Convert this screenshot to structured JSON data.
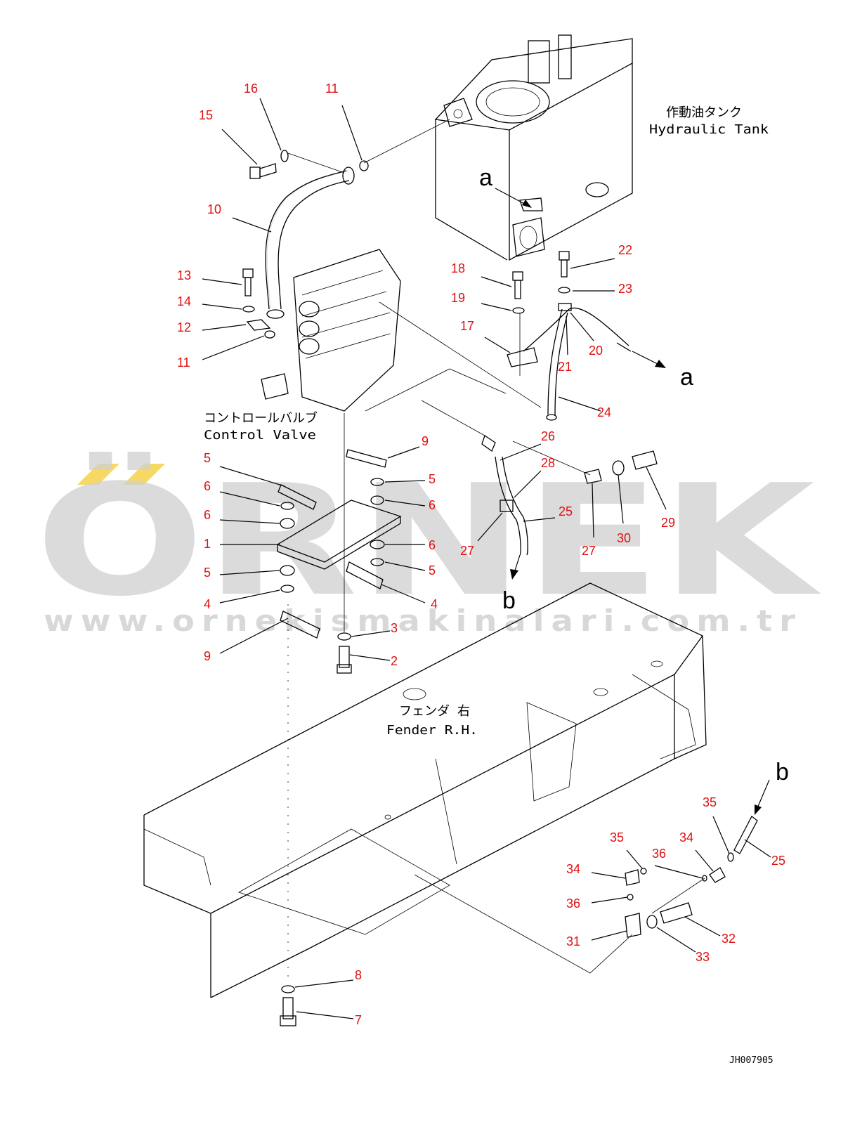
{
  "watermark": {
    "brand": "ÖRNEK",
    "url": "www.ornekismakinalari.com.tr",
    "accent_color": "#f4d03f",
    "text_color": "#cccccc"
  },
  "captions": {
    "tank_jp": "作動油タンク",
    "tank_en": "Hydraulic Tank",
    "valve_jp": "コントロールバルブ",
    "valve_en": "Control Valve",
    "fender_jp": "フェンダ 右",
    "fender_en": "Fender R.H."
  },
  "refs": {
    "a_tank": "a",
    "a_arrow": "a",
    "b_arrow": "b",
    "b_right": "b"
  },
  "callouts": [
    {
      "id": "c16",
      "text": "16"
    },
    {
      "id": "c11a",
      "text": "11"
    },
    {
      "id": "c15",
      "text": "15"
    },
    {
      "id": "c10",
      "text": "10"
    },
    {
      "id": "c13",
      "text": "13"
    },
    {
      "id": "c14",
      "text": "14"
    },
    {
      "id": "c12",
      "text": "12"
    },
    {
      "id": "c11b",
      "text": "11"
    },
    {
      "id": "c22",
      "text": "22"
    },
    {
      "id": "c18",
      "text": "18"
    },
    {
      "id": "c23",
      "text": "23"
    },
    {
      "id": "c19",
      "text": "19"
    },
    {
      "id": "c17",
      "text": "17"
    },
    {
      "id": "c20",
      "text": "20"
    },
    {
      "id": "c21",
      "text": "21"
    },
    {
      "id": "c24",
      "text": "24"
    },
    {
      "id": "c26",
      "text": "26"
    },
    {
      "id": "c28",
      "text": "28"
    },
    {
      "id": "c25a",
      "text": "25"
    },
    {
      "id": "c27a",
      "text": "27"
    },
    {
      "id": "c27b",
      "text": "27"
    },
    {
      "id": "c30",
      "text": "30"
    },
    {
      "id": "c29",
      "text": "29"
    },
    {
      "id": "c9a",
      "text": "9"
    },
    {
      "id": "c5a",
      "text": "5"
    },
    {
      "id": "c6a",
      "text": "6"
    },
    {
      "id": "c6b",
      "text": "6"
    },
    {
      "id": "c5b",
      "text": "5"
    },
    {
      "id": "c4a",
      "text": "4"
    },
    {
      "id": "c9b",
      "text": "9"
    },
    {
      "id": "c5c",
      "text": "5"
    },
    {
      "id": "c6c",
      "text": "6"
    },
    {
      "id": "c1",
      "text": "1"
    },
    {
      "id": "c6d",
      "text": "6"
    },
    {
      "id": "c5d",
      "text": "5"
    },
    {
      "id": "c4b",
      "text": "4"
    },
    {
      "id": "c3",
      "text": "3"
    },
    {
      "id": "c2",
      "text": "2"
    },
    {
      "id": "c8",
      "text": "8"
    },
    {
      "id": "c7",
      "text": "7"
    },
    {
      "id": "c35a",
      "text": "35"
    },
    {
      "id": "c35b",
      "text": "35"
    },
    {
      "id": "c36a",
      "text": "36"
    },
    {
      "id": "c34a",
      "text": "34"
    },
    {
      "id": "c34b",
      "text": "34"
    },
    {
      "id": "c25b",
      "text": "25"
    },
    {
      "id": "c36b",
      "text": "36"
    },
    {
      "id": "c31",
      "text": "31"
    },
    {
      "id": "c32",
      "text": "32"
    },
    {
      "id": "c33",
      "text": "33"
    }
  ],
  "drawing_code": "JH007905"
}
